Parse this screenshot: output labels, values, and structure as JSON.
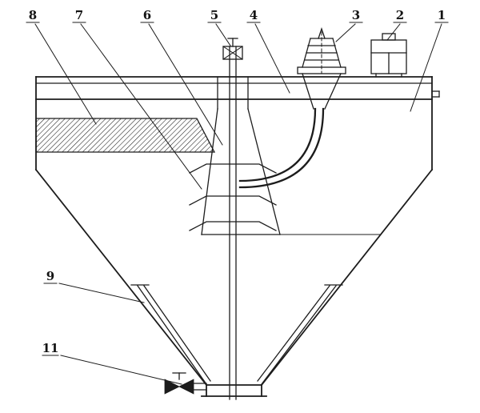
{
  "meta": {
    "background": "#ffffff",
    "ink": "#1c1c1c",
    "drawing_type": "technical-line-diagram-of-conical-tank-apparatus"
  },
  "figure": {
    "labels": [
      {
        "id": "8",
        "text": "8"
      },
      {
        "id": "7",
        "text": "7"
      },
      {
        "id": "6",
        "text": "6"
      },
      {
        "id": "5",
        "text": "5"
      },
      {
        "id": "4",
        "text": "4"
      },
      {
        "id": "3",
        "text": "3"
      },
      {
        "id": "2",
        "text": "2"
      },
      {
        "id": "1",
        "text": "1"
      },
      {
        "id": "9",
        "text": "9"
      },
      {
        "id": "11",
        "text": "11"
      }
    ]
  }
}
